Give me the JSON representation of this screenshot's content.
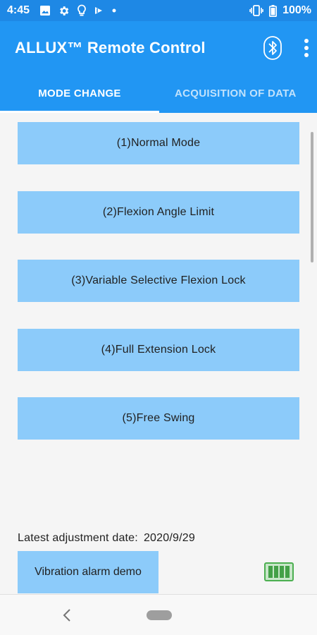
{
  "status_bar": {
    "time": "4:45",
    "battery_percent": "100%",
    "icons": [
      "image-icon",
      "gear-icon",
      "lightbulb-icon",
      "play-icon",
      "dot-icon",
      "vibrate-icon",
      "battery-icon"
    ]
  },
  "app_bar": {
    "title": "ALLUX™ Remote Control",
    "icons": [
      "bluetooth-icon",
      "more-vertical-icon"
    ]
  },
  "tabs": [
    {
      "label": "MODE CHANGE",
      "active": true
    },
    {
      "label": "ACQUISITION OF DATA",
      "active": false
    }
  ],
  "modes": [
    {
      "label": "(1)Normal Mode"
    },
    {
      "label": "(2)Flexion Angle Limit"
    },
    {
      "label": "(3)Variable Selective Flexion Lock"
    },
    {
      "label": "(4)Full Extension Lock"
    },
    {
      "label": "(5)Free Swing"
    }
  ],
  "adjustment": {
    "label": "Latest adjustment date:",
    "date": "2020/9/29"
  },
  "vibration_button": {
    "label": "Vibration alarm demo"
  },
  "device_battery": {
    "level": 1.0
  },
  "colors": {
    "primary": "#2196f3",
    "status_bar": "#1e88e5",
    "button_bg": "#8ccbfa",
    "battery_green": "#43a047"
  }
}
